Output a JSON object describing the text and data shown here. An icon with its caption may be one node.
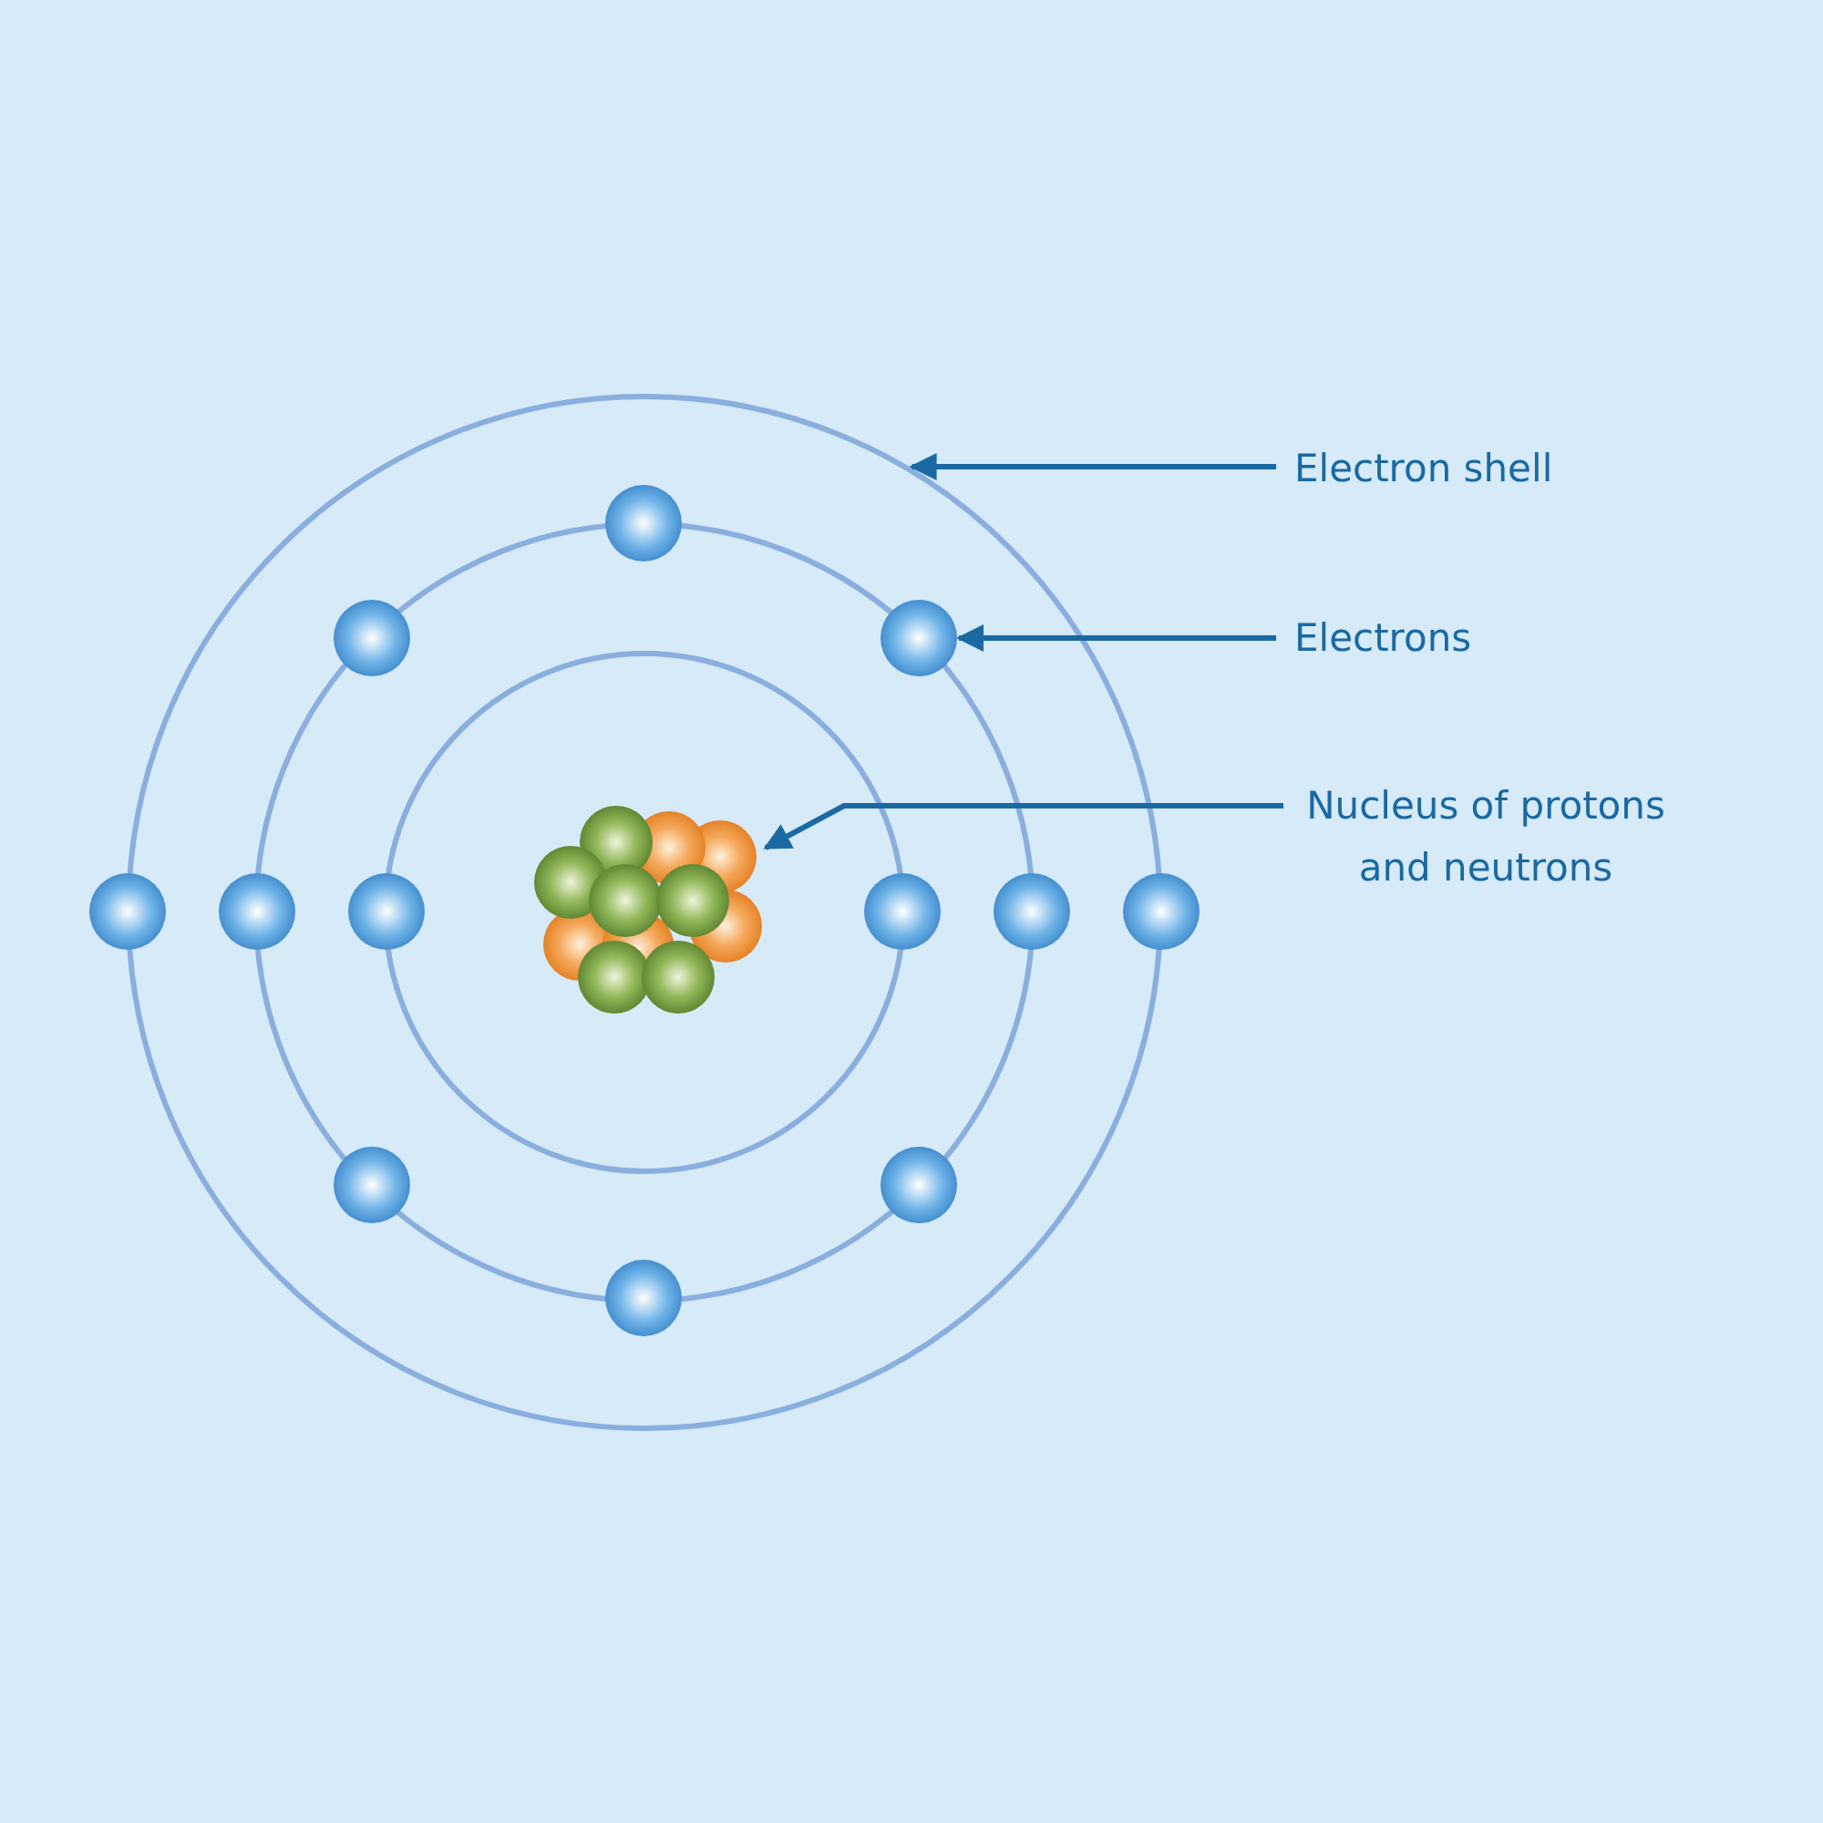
{
  "diagram": {
    "nodes": [
      {
        "text": [
          "Electron shell"
        ]
      },
      {
        "text": [
          "Electrons"
        ]
      },
      {
        "text": [
          "Nucleus of protons and neutrons"
        ]
      },
      {
        "text": [],
        "shape": "circle"
      },
      {
        "text": [],
        "shape": "circle",
        "in": 3
      },
      {
        "text": [],
        "shape": "circle",
        "in": 4
      },
      {
        "text": [],
        "shape": "circle",
        "in": 4
      },
      {
        "text": [],
        "shape": "circle",
        "in": 4
      },
      {
        "text": [],
        "shape": "circle",
        "in": 4
      },
      {
        "text": [],
        "shape": "circle",
        "in": 3
      },
      {
        "text": [],
        "shape": "circle",
        "in": 4
      },
      {
        "text": [],
        "shape": "circle",
        "in": 5
      },
      {
        "text": [],
        "shape": "circle",
        "in": 5
      },
      {
        "text": [],
        "shape": "circle",
        "in": 4
      },
      {
        "text": [],
        "shape": "circle",
        "in": 3
      },
      {
        "text": [],
        "shape": "circle",
        "in": 4
      },
      {
        "text": [],
        "shape": "circle",
        "in": 4
      },
      {
        "text": [],
        "shape": "circle",
        "in": 4
      },
      {
        "text": [],
        "shape": "picture",
        "in": 5
      }
    ],
    "edges": [
      {
        "from": 0,
        "to": 3,
        "arrow": "to"
      },
      {
        "from": 1,
        "to": 8,
        "arrow": "to"
      },
      {
        "from": 2,
        "to": 18,
        "arrow": "to"
      }
    ]
  }
}
